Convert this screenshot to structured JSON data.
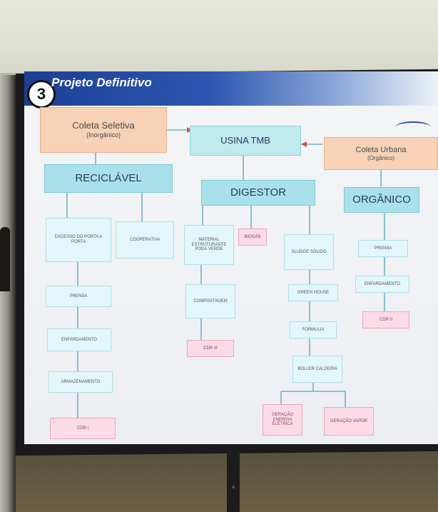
{
  "slide": {
    "number": "3",
    "title": "Projeto Definitivo",
    "nodes": {
      "coleta_seletiva": {
        "label": "Coleta Seletiva",
        "sub": "(Inorgânico)"
      },
      "usina": {
        "label": "USINA TMB"
      },
      "coleta_urbana": {
        "label": "Coleta Urbana",
        "sub": "(Orgânico)"
      },
      "reciclavel": {
        "label": "RECICLÁVEL"
      },
      "digestor": {
        "label": "DIGESTOR"
      },
      "organico": {
        "label": "ORGÂNICO"
      },
      "porta": {
        "label": "EXCESSO DO PORTA A PORTA"
      },
      "cooperativa": {
        "label": "COOPERATIVA"
      },
      "material": {
        "label": "MATERIAL ESTRUTURANTE PODA VERDE"
      },
      "biogas": {
        "label": "BIOGÁS"
      },
      "sludge": {
        "label": "SLUDGE SÓLIDO"
      },
      "prensa_o": {
        "label": "PRENSA"
      },
      "prensa_r": {
        "label": "PRENSA"
      },
      "compostagem": {
        "label": "COMPOSTAGEM"
      },
      "green": {
        "label": "GREEN HOUSE"
      },
      "enfardamento_o": {
        "label": "ENFARDAMENTO"
      },
      "enfardamento_r": {
        "label": "ENFARDAMENTO"
      },
      "cdr_o": {
        "label": "CDR II"
      },
      "cdr_d": {
        "label": "CDR III"
      },
      "formulia": {
        "label": "FORMULIA"
      },
      "armazenamento": {
        "label": "ARMAZENAMENTO"
      },
      "boiler": {
        "label": "BOLLER CALDEIRA"
      },
      "geracao_energia": {
        "label": "GERAÇÃO ENERGIA ELÉTRICA"
      },
      "geracao_vapor": {
        "label": "GERAÇÃO VAPOR"
      },
      "cdr_r": {
        "label": "CDR I"
      }
    }
  }
}
